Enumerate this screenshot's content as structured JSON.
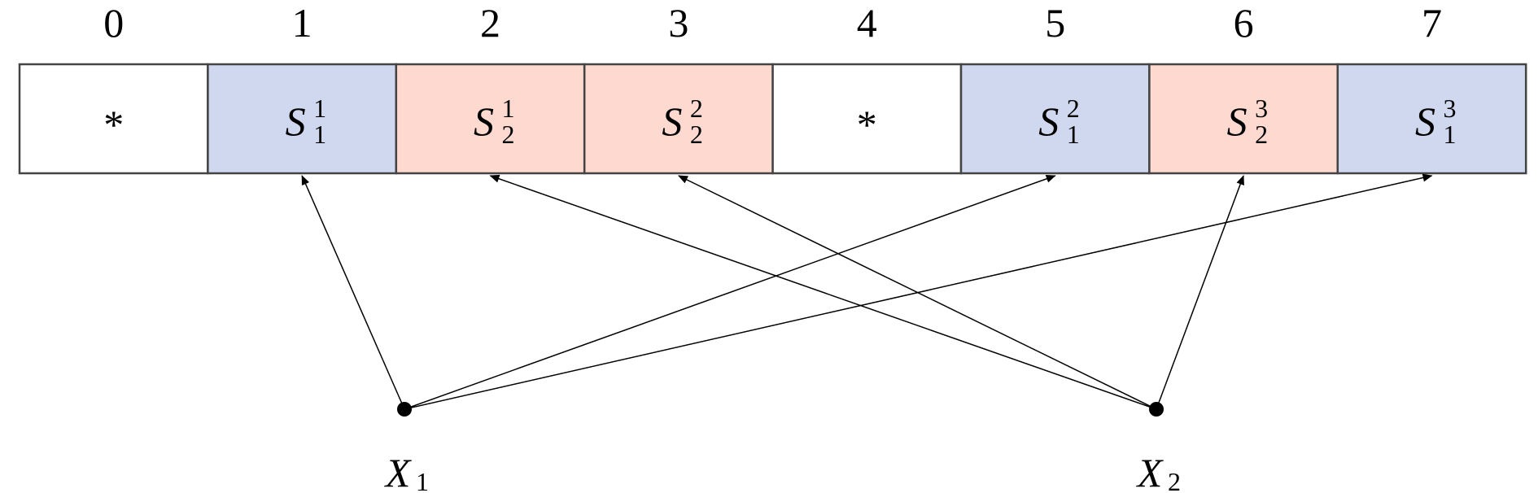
{
  "cells": [
    {
      "index": "0",
      "symbol": "*",
      "sub": "",
      "sup": "",
      "color": "#ffffff"
    },
    {
      "index": "1",
      "symbol": "S",
      "sub": "1",
      "sup": "1",
      "color": "#d0d8f0"
    },
    {
      "index": "2",
      "symbol": "S",
      "sub": "2",
      "sup": "1",
      "color": "#fdd9d0"
    },
    {
      "index": "3",
      "symbol": "S",
      "sub": "2",
      "sup": "2",
      "color": "#fdd9d0"
    },
    {
      "index": "4",
      "symbol": "*",
      "sub": "",
      "sup": "",
      "color": "#ffffff"
    },
    {
      "index": "5",
      "symbol": "S",
      "sub": "1",
      "sup": "2",
      "color": "#d0d8f0"
    },
    {
      "index": "6",
      "symbol": "S",
      "sub": "2",
      "sup": "3",
      "color": "#fdd9d0"
    },
    {
      "index": "7",
      "symbol": "S",
      "sub": "1",
      "sup": "3",
      "color": "#d0d8f0"
    }
  ],
  "nodes": [
    {
      "name": "X",
      "sub": "1",
      "targets": [
        1,
        5,
        7
      ]
    },
    {
      "name": "X",
      "sub": "2",
      "targets": [
        2,
        3,
        6
      ]
    }
  ]
}
